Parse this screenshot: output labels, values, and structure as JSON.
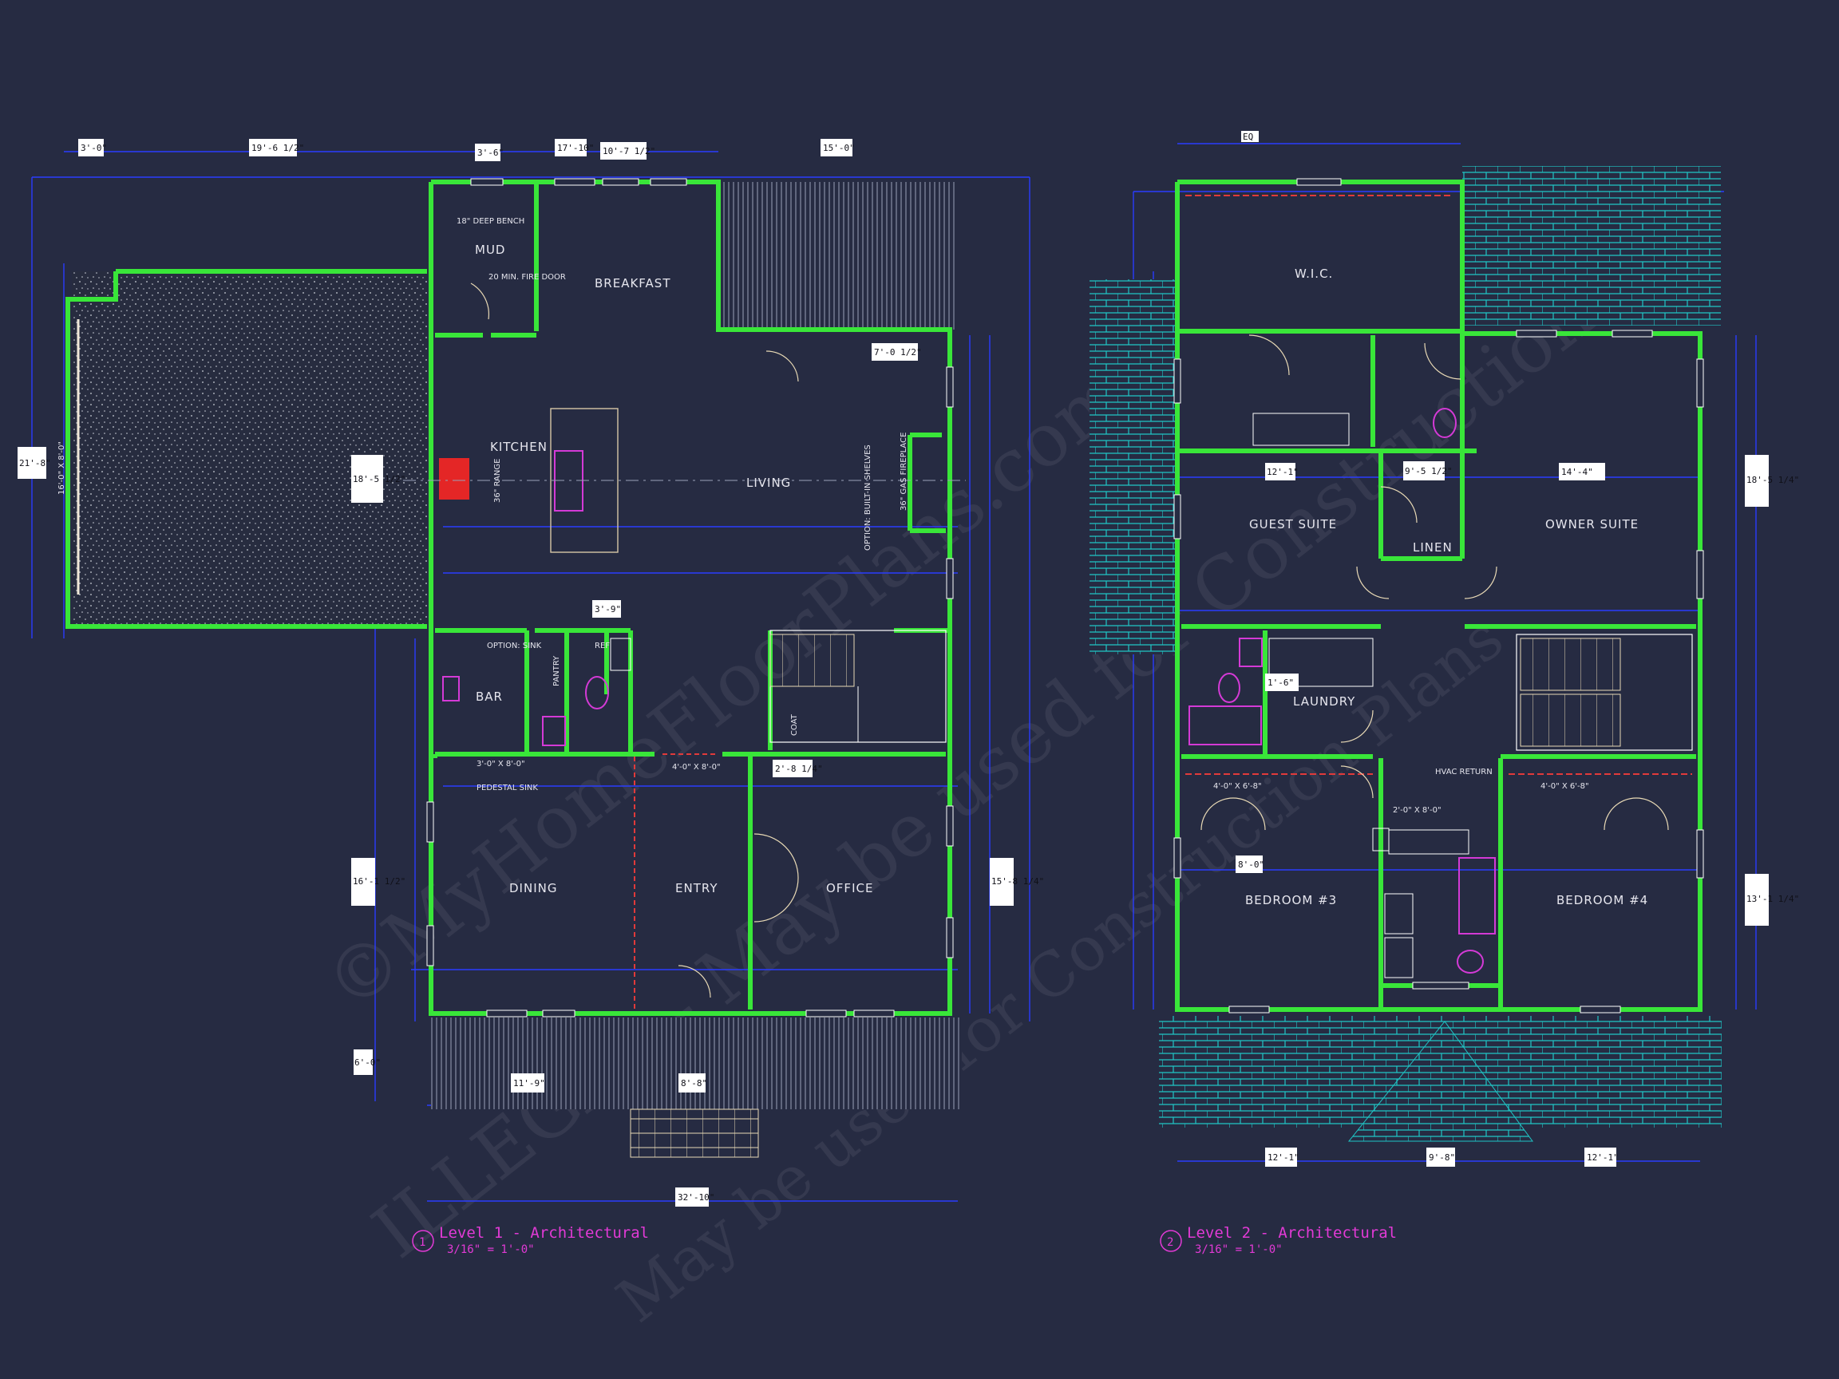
{
  "watermark": {
    "line1": "©MyHomeFloorPlans.com",
    "line2": "ILLEGAL - May be used for Construction",
    "line3": "May be used for Construction Plans"
  },
  "level1": {
    "title": "Level 1 - Architectural",
    "number": "1",
    "scale": "3/16\" = 1'-0\"",
    "rooms": {
      "mud": "MUD",
      "breakfast": "BREAKFAST",
      "kitchen": "KITCHEN",
      "living": "LIVING",
      "bar": "BAR",
      "pantry": "PANTRY",
      "ref": "REF",
      "coat": "COAT",
      "dining": "DINING",
      "entry": "ENTRY",
      "office": "OFFICE"
    },
    "notes": {
      "bench": "18\" DEEP BENCH",
      "fire_door": "20 MIN. FIRE DOOR",
      "range": "36\" RANGE",
      "option_sink": "OPTION: SINK",
      "pedestal_sink": "PEDESTAL SINK",
      "builtin": "OPTION: BUILT-IN SHELVES",
      "fireplace": "36\" GAS FIREPLACE",
      "half_bath_door": "3'-0\" X 8'-0\""
    },
    "dims": {
      "d1": "3'-0\"",
      "d2": "19'-6 1/2\"",
      "d3": "3'-6\"",
      "d4": "17'-10\"",
      "d5": "10'-7 1/2\"",
      "d6": "15'-0\"",
      "d7": "21'-8\"",
      "d8": "16'-0\" X 8'-0\"",
      "d9": "18'-5 1/2\"",
      "d10": "7'-0 1/2\"",
      "d11": "3'-9\"",
      "d12": "2'-8 1/4\"",
      "d13": "16'-1 1/2\"",
      "d14": "15'-8 1/4\"",
      "d15": "11'-9\"",
      "d16": "8'-8\"",
      "d17": "32'-10\"",
      "d18": "6'-0\"",
      "d19": "4'-0\" X 8'-0\""
    }
  },
  "level2": {
    "title": "Level 2 - Architectural",
    "number": "2",
    "scale": "3/16\" = 1'-0\"",
    "rooms": {
      "wic": "W.I.C.",
      "guest": "GUEST SUITE",
      "linen": "LINEN",
      "owner": "OWNER SUITE",
      "laundry": "LAUNDRY",
      "bed3": "BEDROOM #3",
      "bed4": "BEDROOM #4"
    },
    "notes": {
      "hvac": "HVAC RETURN",
      "door1": "2'-0\" X 8'-0\"",
      "door2": "4'-0\" X 6'-8\""
    },
    "dims": {
      "d1": "EQ",
      "d2": "12'-1\"",
      "d3": "9'-5 1/2\"",
      "d4": "14'-4\"",
      "d5": "18'-5 1/4\"",
      "d6": "13'-1 1/4\"",
      "d7": "12'-1\"",
      "d8": "9'-8\"",
      "d9": "12'-1\"",
      "d10": "8'-0\"",
      "d11": "4'-0\" X 6'-8\"",
      "d12": "1'-6\""
    }
  },
  "colors": {
    "background": "#262b42",
    "wall": "#39e639",
    "dimension": "#2a3cff",
    "label_box": "#ffffff",
    "title": "#e23ad6",
    "hatch_cyan": "#1fc6c6",
    "fixture": "#d43ad6"
  }
}
